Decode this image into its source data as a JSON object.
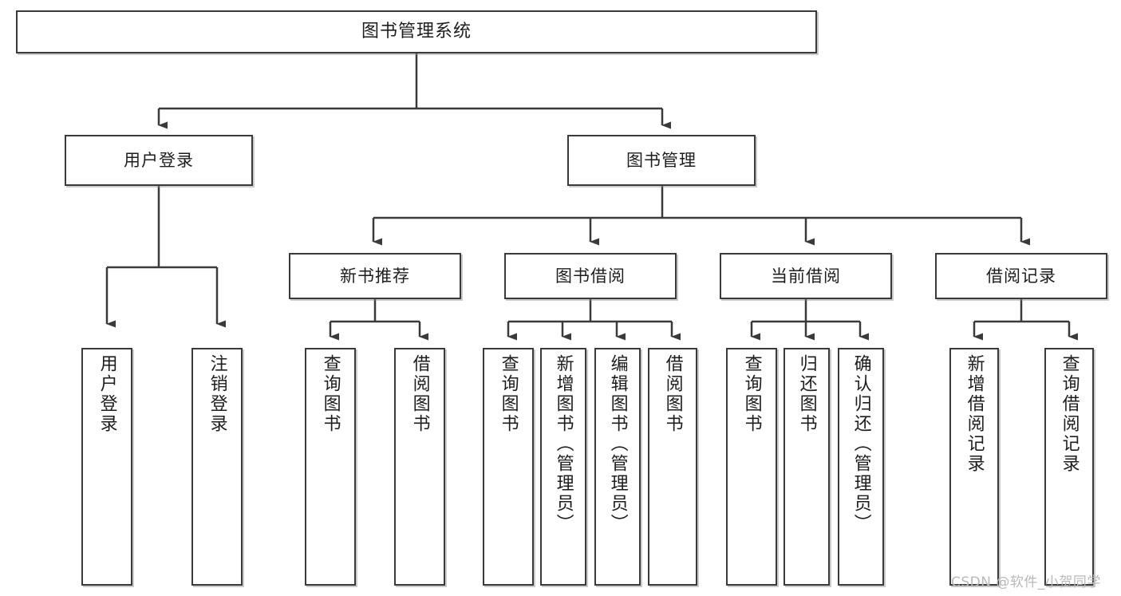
{
  "diagram": {
    "title": "图书管理系统",
    "type": "tree-hierarchy-diagram",
    "root": {
      "label": "图书管理系统"
    },
    "level2": [
      {
        "label": "用户登录"
      },
      {
        "label": "图书管理"
      }
    ],
    "level3": [
      {
        "label": "新书推荐"
      },
      {
        "label": "图书借阅"
      },
      {
        "label": "当前借阅"
      },
      {
        "label": "借阅记录"
      }
    ],
    "leaves": {
      "user_login": [
        {
          "label": "用户登录"
        },
        {
          "label": "注销登录"
        }
      ],
      "new_book_recommend": [
        {
          "label": "查询图书"
        },
        {
          "label": "借阅图书"
        }
      ],
      "book_borrow": [
        {
          "label": "查询图书"
        },
        {
          "label": "新增图书（管理员）"
        },
        {
          "label": "编辑图书（管理员）"
        },
        {
          "label": "借阅图书"
        }
      ],
      "current_borrow": [
        {
          "label": "查询图书"
        },
        {
          "label": "归还图书"
        },
        {
          "label": "确认归还（管理员）"
        }
      ],
      "borrow_record": [
        {
          "label": "新增借阅记录"
        },
        {
          "label": "查询借阅记录"
        }
      ]
    }
  },
  "watermark": {
    "text": "CSDN @软件_小贺同学"
  },
  "colors": {
    "border": "#3a3a3a",
    "background": "#ffffff",
    "text": "#1d1d1d",
    "watermark": "#b9b9b9"
  }
}
